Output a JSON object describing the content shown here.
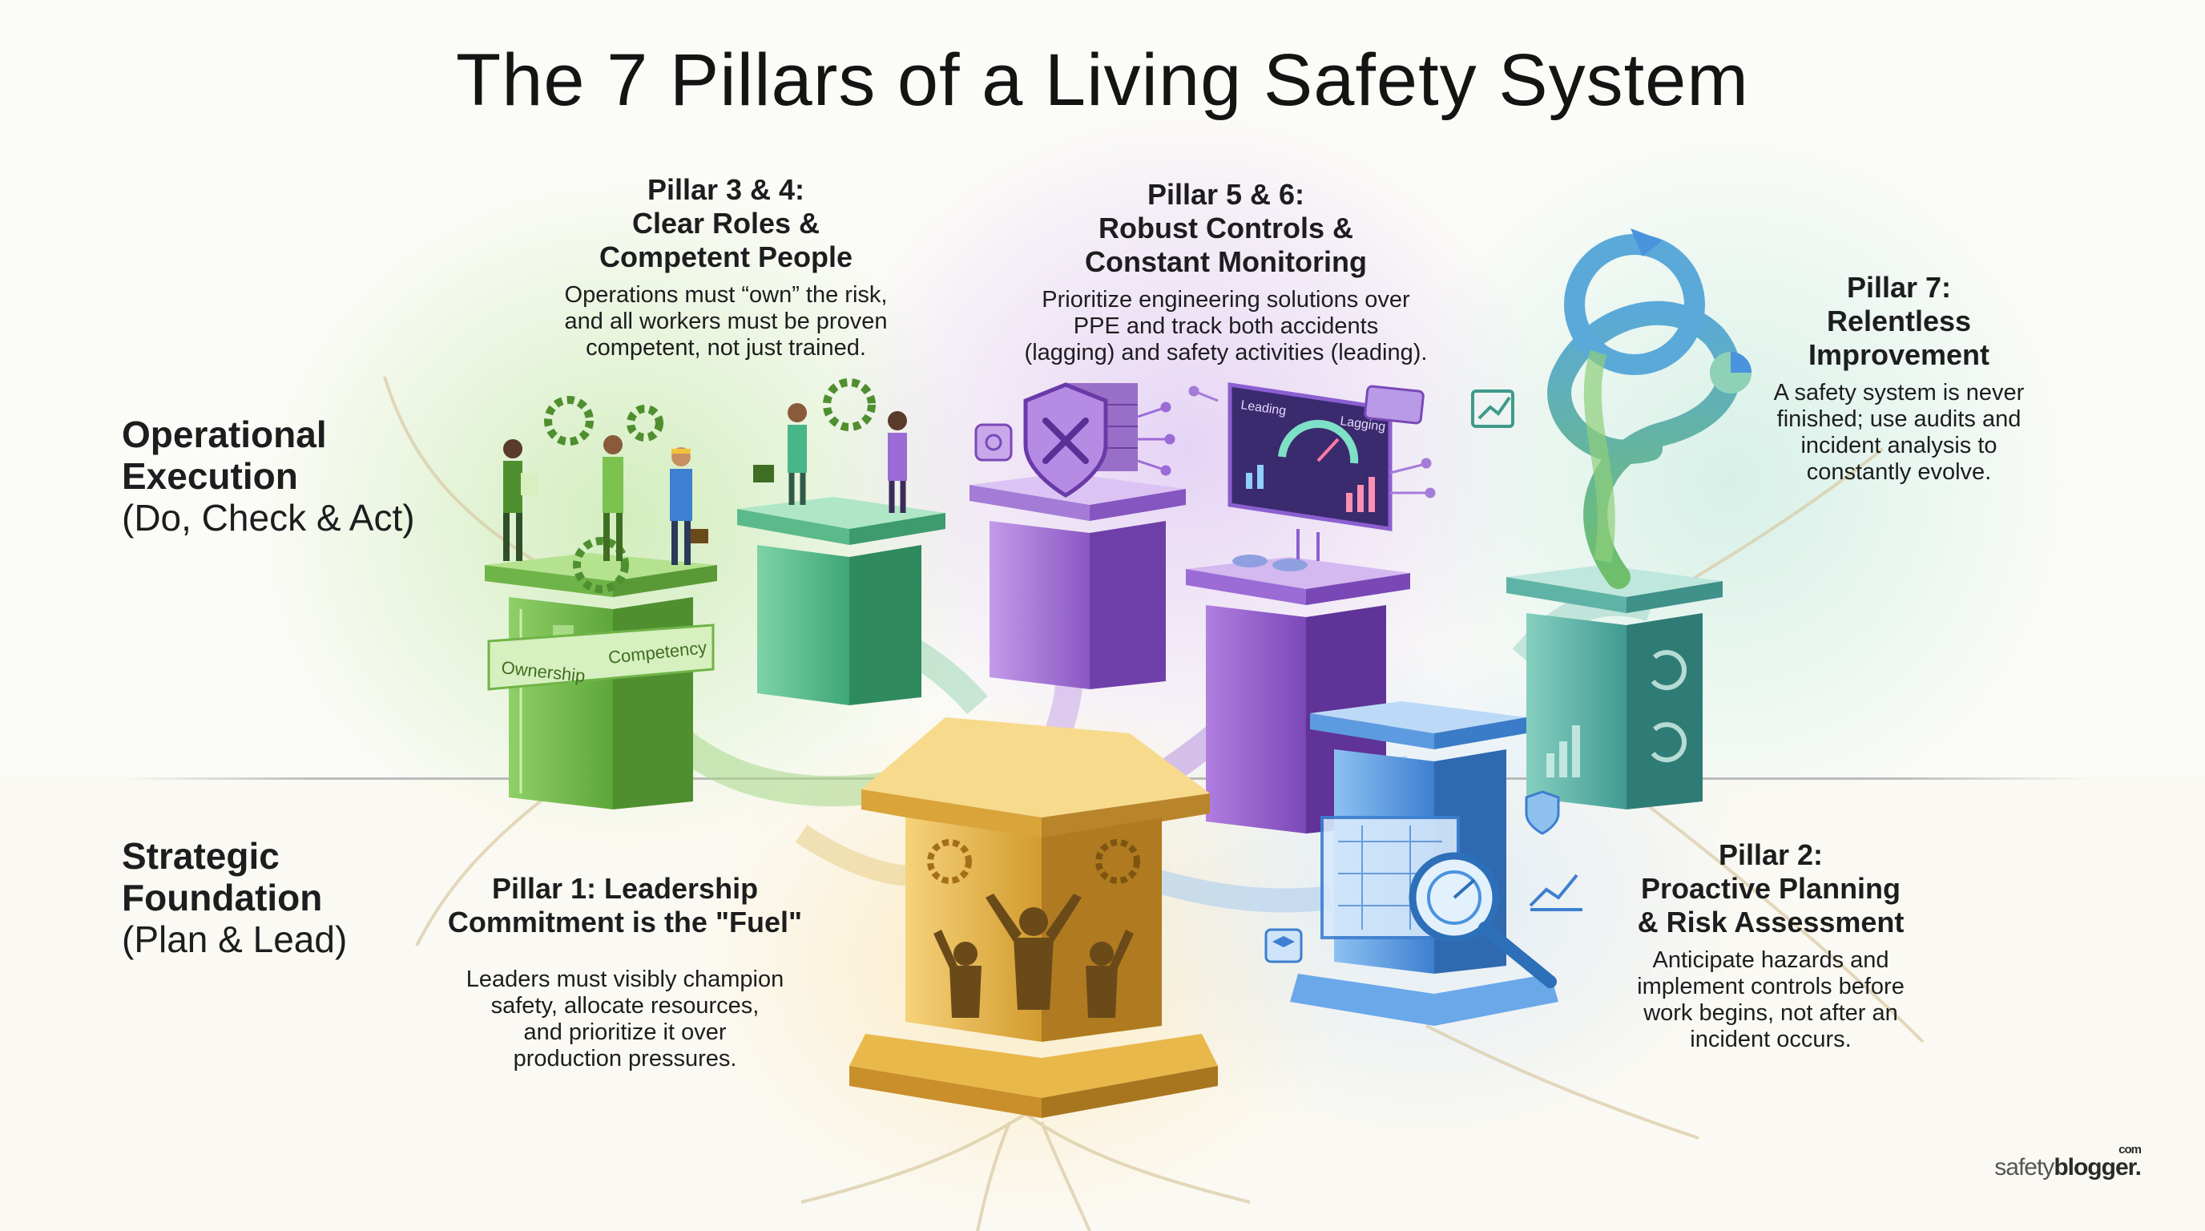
{
  "title": "The 7 Pillars of a Living Safety System",
  "bands": {
    "operational": {
      "bold_line1": "Operational",
      "bold_line2": "Execution",
      "sub": "(Do, Check & Act)"
    },
    "strategic": {
      "bold_line1": "Strategic",
      "bold_line2": "Foundation",
      "sub": "(Plan & Lead)"
    }
  },
  "pillars": {
    "p34": {
      "heading": [
        "Pillar 3 & 4:",
        "Clear Roles &",
        "Competent People"
      ],
      "body": [
        "Operations must “own” the risk,",
        "and all workers must be proven",
        "competent, not just trained."
      ],
      "labels": {
        "ownership": "Ownership",
        "competency": "Competency"
      }
    },
    "p56": {
      "heading": [
        "Pillar 5 & 6:",
        "Robust Controls &",
        "Constant Monitoring"
      ],
      "body": [
        "Prioritize engineering solutions over",
        "PPE and track both accidents",
        "(lagging) and safety activities (leading)."
      ],
      "dashboard": {
        "left": "Leading",
        "right": "Lagging"
      }
    },
    "p7": {
      "heading": [
        "Pillar 7:",
        "Relentless",
        "Improvement"
      ],
      "body": [
        "A safety system is never",
        "finished; use audits and",
        "incident analysis to",
        "constantly evolve."
      ]
    },
    "p1": {
      "heading": [
        "Pillar 1: Leadership",
        "Commitment is the \"Fuel\""
      ],
      "body": [
        "Leaders must visibly champion",
        "safety, allocate resources,",
        "and prioritize it over",
        "production pressures."
      ]
    },
    "p2": {
      "heading": [
        "Pillar 2:",
        "Proactive Planning",
        "& Risk Assessment"
      ],
      "body": [
        "Anticipate hazards and",
        "implement controls before",
        "work begins, not after an",
        "incident occurs."
      ]
    }
  },
  "brand": {
    "main": "safety",
    "bold": "blogger.",
    "suffix": "com"
  },
  "colors": {
    "green": "#7cc24f",
    "teal": "#49b58a",
    "purple": "#9b6bd6",
    "violet": "#8f5cc9",
    "gold": "#e9b84a",
    "blue": "#4a93dd",
    "cyan": "#4fb3ad",
    "roots": "#d8c49a"
  }
}
